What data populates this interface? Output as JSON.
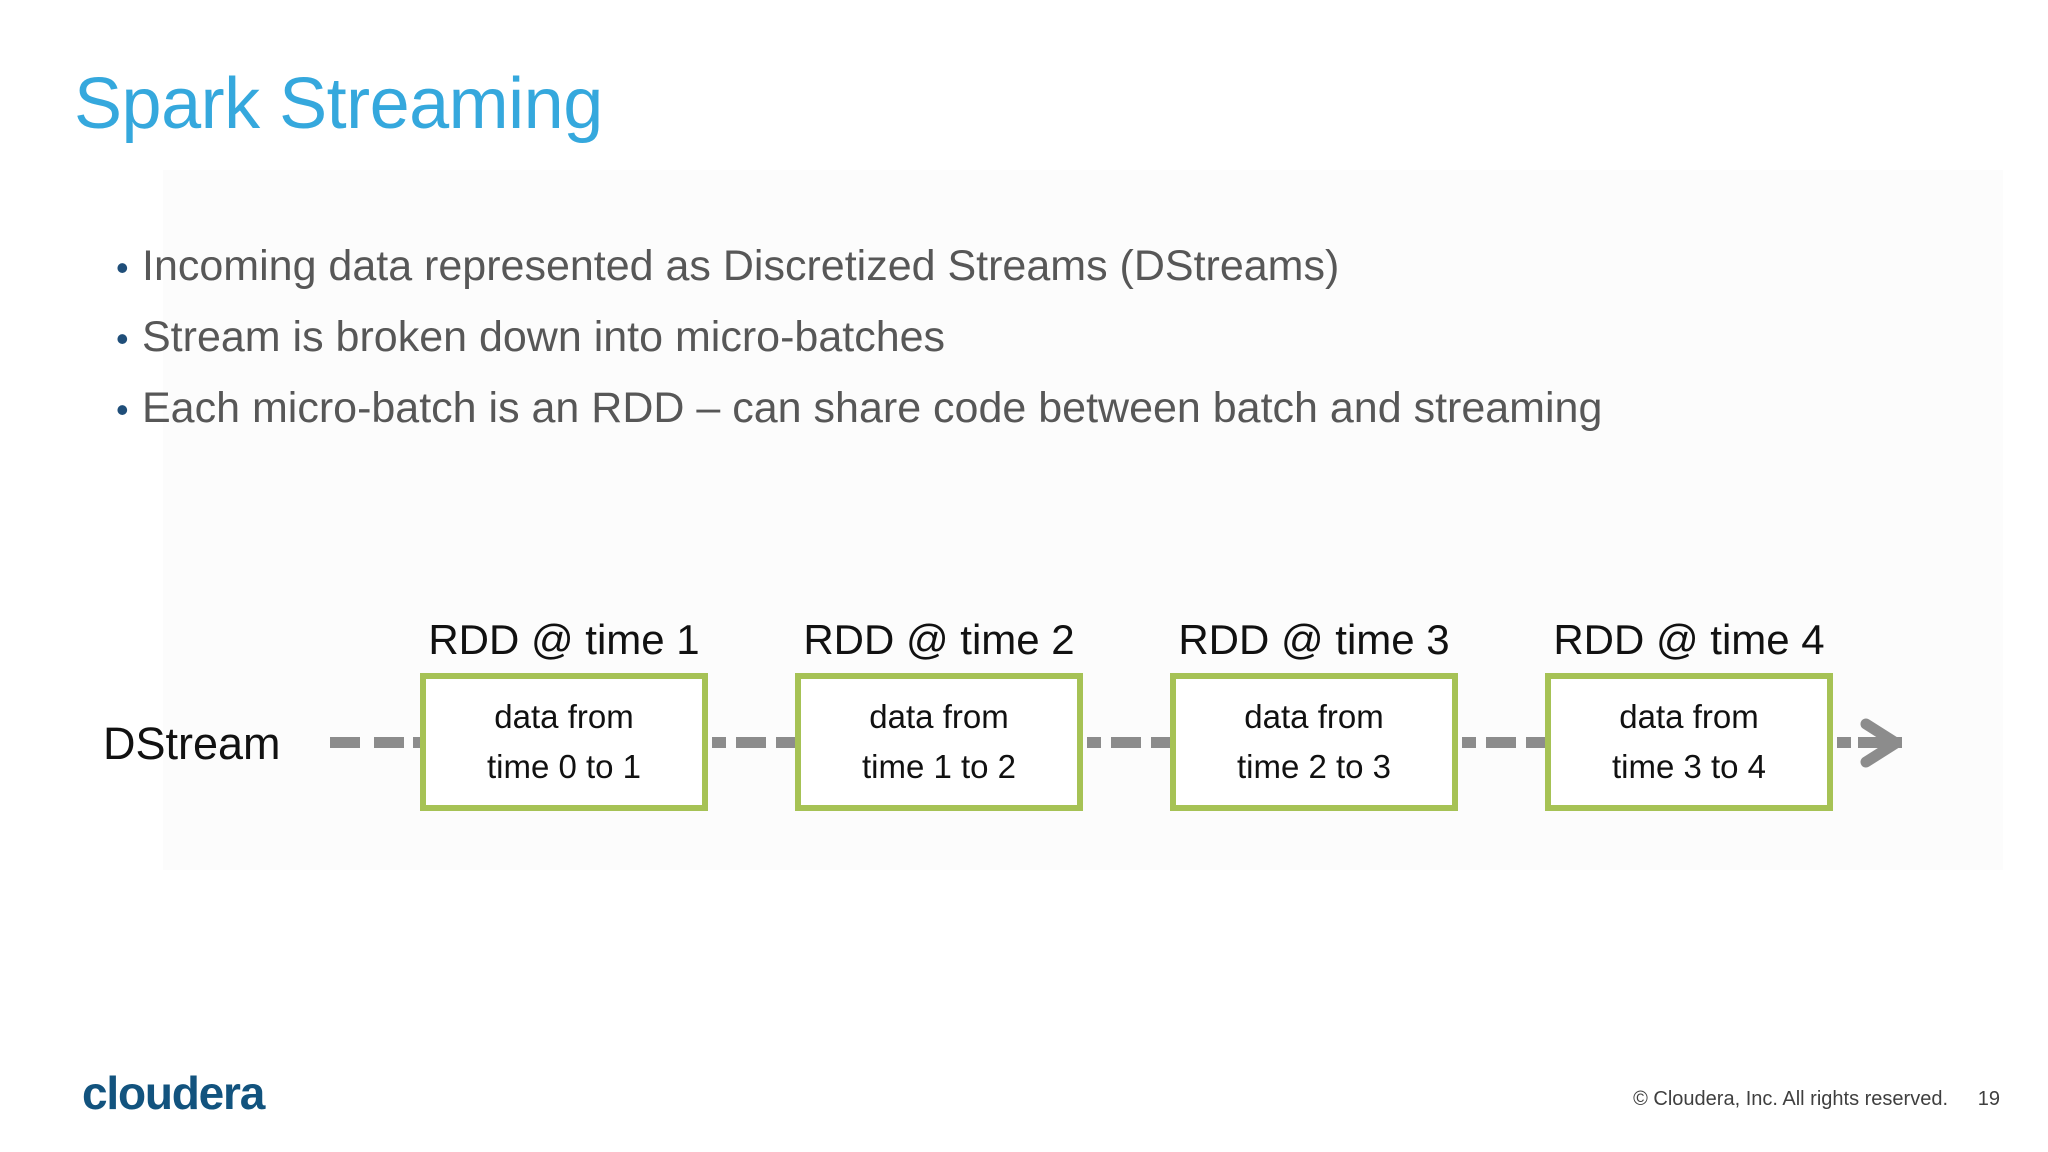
{
  "slide": {
    "title": "Spark Streaming",
    "title_color": "#35a8dd",
    "bullet_marker": "•",
    "bullets": [
      "Incoming data represented as Discretized Streams (DStreams)",
      "Stream is broken down into micro-batches",
      "Each micro-batch is an RDD – can share code between batch and streaming"
    ]
  },
  "diagram": {
    "stream_label": "DStream",
    "box_border_color": "#a6c255",
    "connector_color": "#8c8c8c",
    "boxes": [
      {
        "caption": "RDD @ time 1",
        "line1": "data from",
        "line2": "time 0 to 1"
      },
      {
        "caption": "RDD @ time 2",
        "line1": "data from",
        "line2": "time 1 to 2"
      },
      {
        "caption": "RDD @ time 3",
        "line1": "data from",
        "line2": "time 2 to 3"
      },
      {
        "caption": "RDD @ time 4",
        "line1": "data from",
        "line2": "time 3 to 4"
      }
    ]
  },
  "footer": {
    "logo_text": "cloudera",
    "logo_color": "#12537e",
    "copyright": "© Cloudera, Inc. All rights reserved.",
    "page_number": "19"
  }
}
